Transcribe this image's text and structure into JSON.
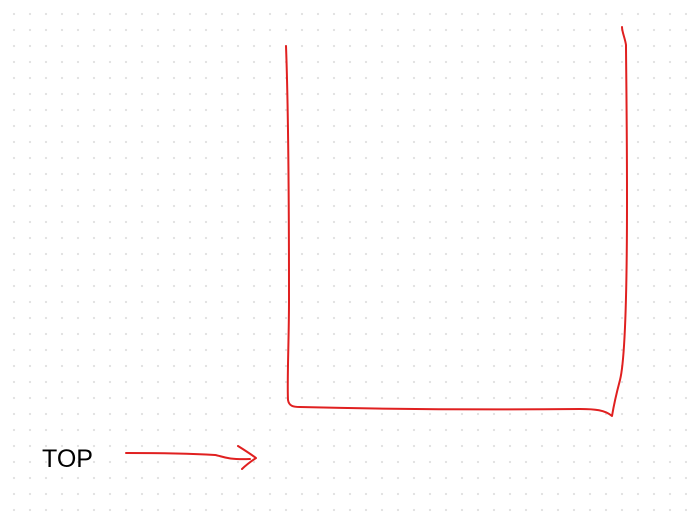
{
  "canvas": {
    "background": "#ffffff",
    "grid": "dotted",
    "grid_dot_color": "#e3e3e3"
  },
  "drawing": {
    "stroke_color": "#e02020",
    "shapes": [
      "u-shape-outline",
      "arrow-right"
    ]
  },
  "label": {
    "text": "TOP",
    "color": "#000000"
  }
}
